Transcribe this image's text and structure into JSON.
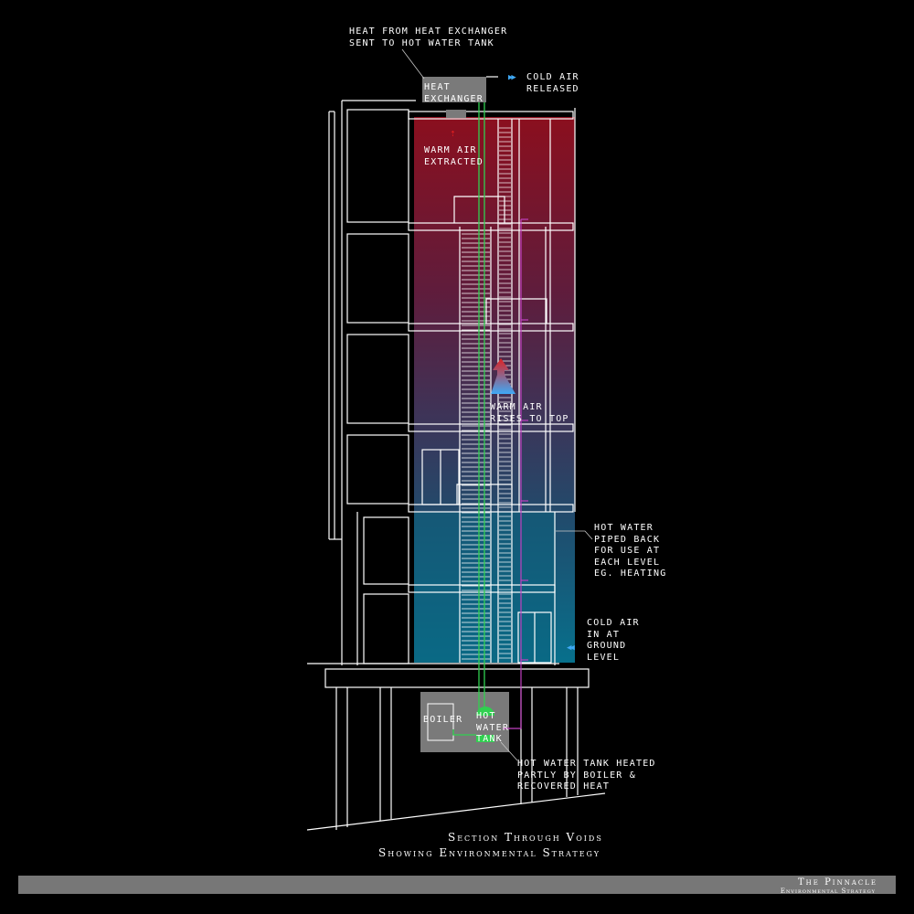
{
  "labels": {
    "heat_exchanger_note": [
      "HEAT FROM HEAT EXCHANGER",
      "SENT TO HOT WATER TANK"
    ],
    "heat_exchanger": [
      "HEAT",
      "EXCHANGER"
    ],
    "cold_air_released": [
      "COLD AIR",
      "RELEASED"
    ],
    "warm_air_extracted": [
      "WARM AIR",
      "EXTRACTED"
    ],
    "warm_air_rises": [
      "WARM AIR",
      "RISES TO TOP"
    ],
    "hot_water_piped": [
      "HOT WATER",
      "PIPED BACK",
      "FOR USE AT",
      "EACH LEVEL",
      "EG. HEATING"
    ],
    "cold_air_in": [
      "COLD AIR",
      "IN AT",
      "GROUND",
      "LEVEL"
    ],
    "boiler": "BOILER",
    "hot_water_tank": [
      "HOT",
      "WATER",
      "TANK"
    ],
    "tank_heated_note": [
      "HOT WATER TANK HEATED",
      "PARTLY BY BOILER &",
      "RECOVERED HEAT"
    ]
  },
  "caption": {
    "line1": "Section Through Voids",
    "line2": "Showing Environmental Strategy"
  },
  "footer": {
    "title": "The Pinnacle",
    "subtitle": "Environmental Strategy"
  },
  "colors": {
    "background": "#000000",
    "linework": "#ffffff",
    "warm_top": "#8b0f1e",
    "cool_bottom": "#0a6f8c",
    "hot_water_pipe": "#c040c0",
    "heat_pipe": "#30d050",
    "cold_air_arrow": "#3fa9f5",
    "warm_air_arrow": "#e02020",
    "plant_box": "#7a7a7a",
    "footer_bar": "#777777"
  }
}
